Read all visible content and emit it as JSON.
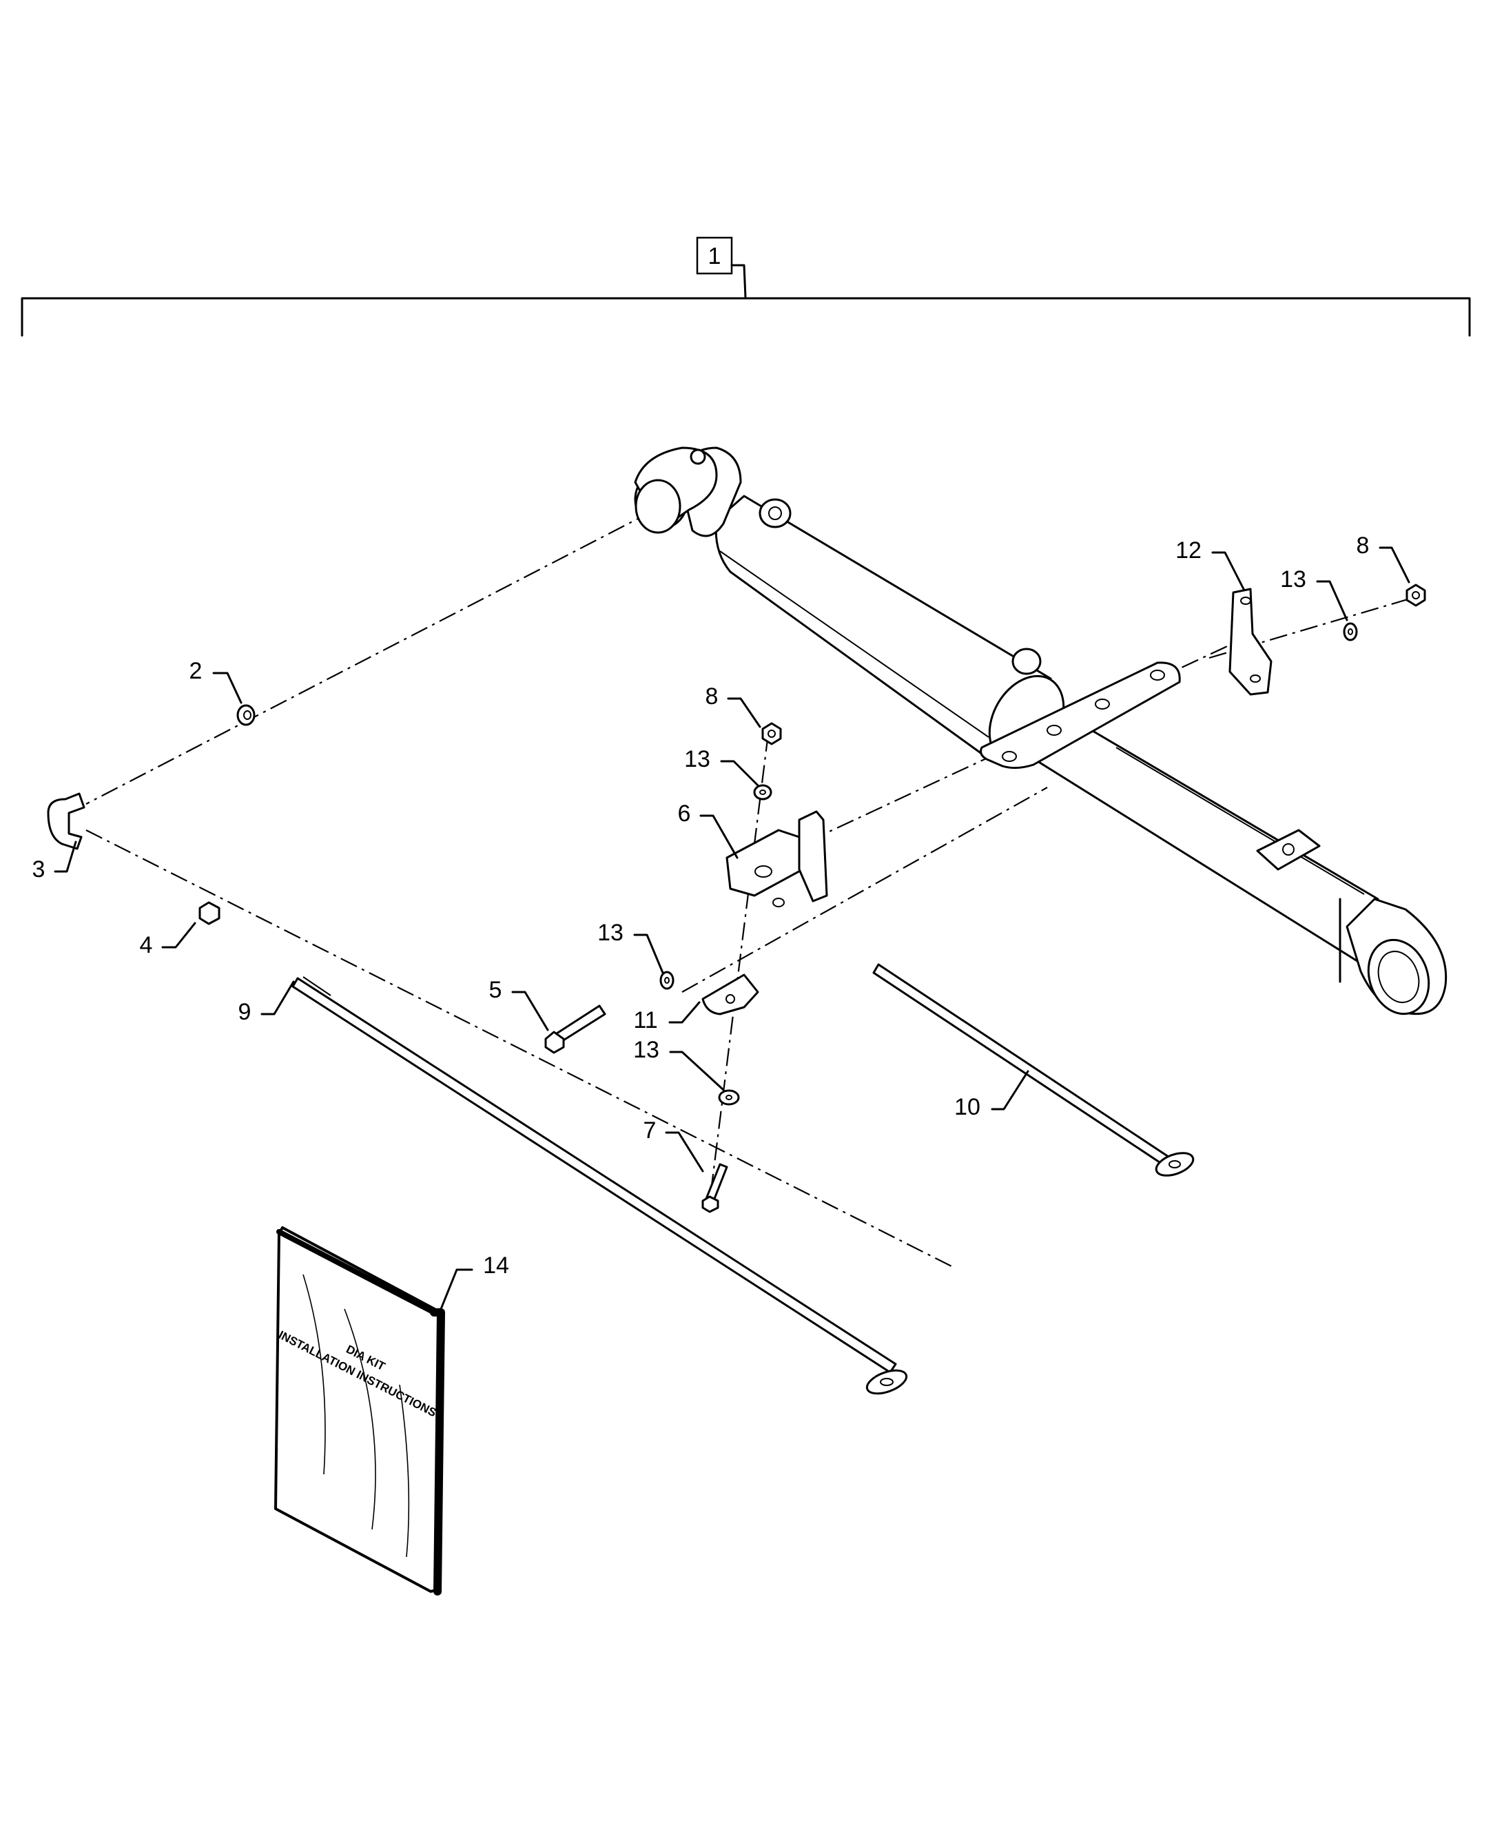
{
  "diagram": {
    "assembly_callout": "1",
    "callouts": {
      "c2": "2",
      "c3": "3",
      "c4": "4",
      "c5": "5",
      "c6": "6",
      "c7": "7",
      "c8a": "8",
      "c8b": "8",
      "c9": "9",
      "c10": "10",
      "c11": "11",
      "c12": "12",
      "c13a": "13",
      "c13b": "13",
      "c13c": "13",
      "c13d": "13",
      "c14": "14"
    },
    "manual_cover": {
      "line1": "DIA KIT",
      "line2": "INSTALLATION INSTRUCTIONS"
    }
  }
}
